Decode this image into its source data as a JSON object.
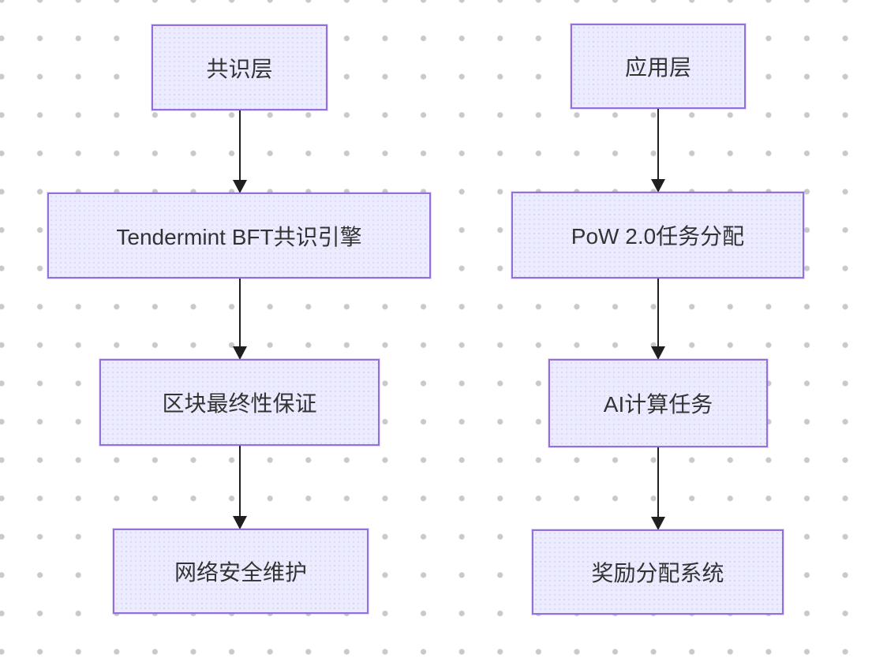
{
  "diagram": {
    "type": "flowchart",
    "direction": "top-down",
    "colors": {
      "node_fill": "#ececff",
      "node_border": "#9370db",
      "arrow": "#1f1f1f",
      "text": "#333333",
      "background": "#ffffff",
      "background_dot": "#c9c9c9"
    },
    "columns": [
      {
        "name": "consensus-layer-flow",
        "nodes": [
          {
            "label": "共识层"
          },
          {
            "label": "Tendermint BFT共识引擎"
          },
          {
            "label": "区块最终性保证"
          },
          {
            "label": "网络安全维护"
          }
        ],
        "edges": [
          {
            "from": "共识层",
            "to": "Tendermint BFT共识引擎"
          },
          {
            "from": "Tendermint BFT共识引擎",
            "to": "区块最终性保证"
          },
          {
            "from": "区块最终性保证",
            "to": "网络安全维护"
          }
        ]
      },
      {
        "name": "application-layer-flow",
        "nodes": [
          {
            "label": "应用层"
          },
          {
            "label": "PoW 2.0任务分配"
          },
          {
            "label": "AI计算任务"
          },
          {
            "label": "奖励分配系统"
          }
        ],
        "edges": [
          {
            "from": "应用层",
            "to": "PoW 2.0任务分配"
          },
          {
            "from": "PoW 2.0任务分配",
            "to": "AI计算任务"
          },
          {
            "from": "AI计算任务",
            "to": "奖励分配系统"
          }
        ]
      }
    ]
  }
}
